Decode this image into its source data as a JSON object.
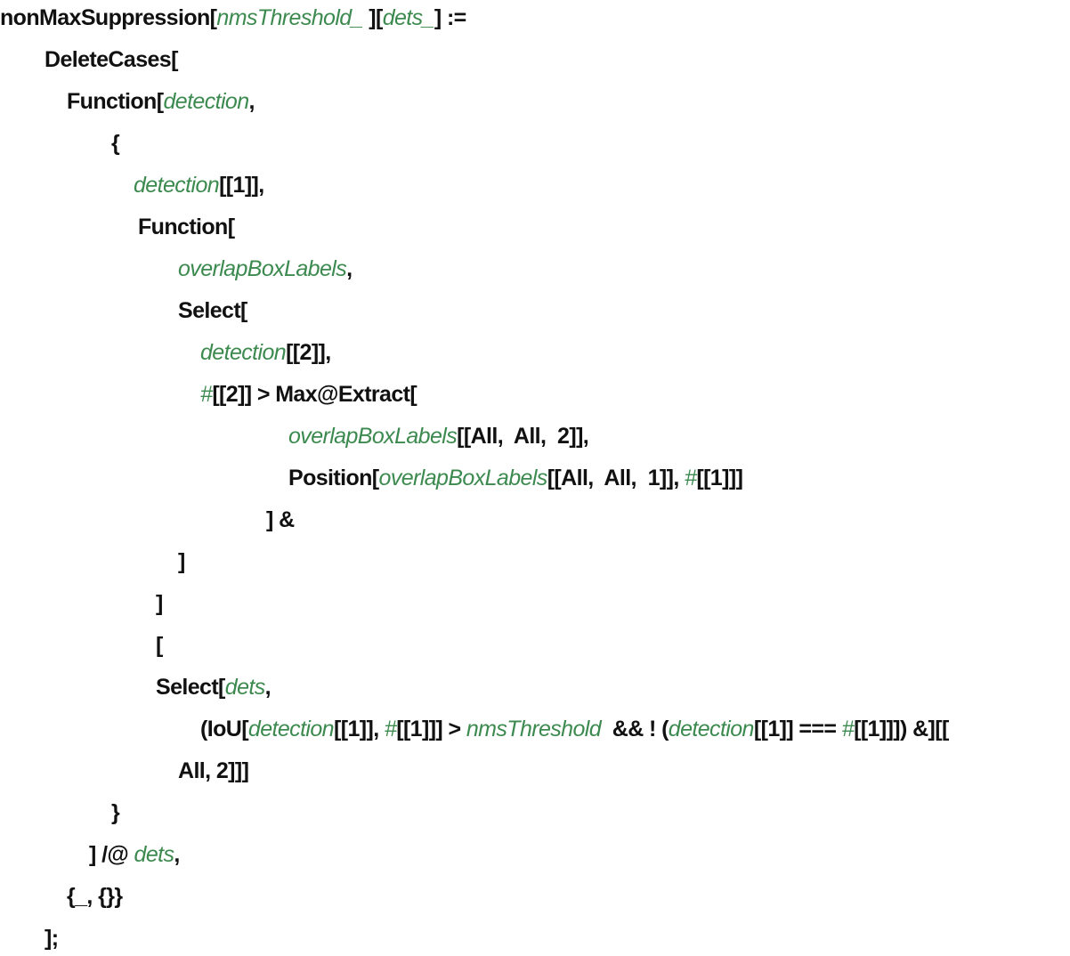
{
  "colors": {
    "code": "#111111",
    "variable": "#3c8a4f"
  },
  "code_lines": [
    [
      [
        "c",
        "nonMaxSuppression["
      ],
      [
        "v",
        "nmsThreshold_"
      ],
      [
        "c",
        " ]["
      ],
      [
        "v",
        "dets_"
      ],
      [
        "c",
        "] :="
      ]
    ],
    [
      [
        "c",
        "DeleteCases["
      ]
    ],
    [
      [
        "c",
        "Function["
      ],
      [
        "v",
        "detection"
      ],
      [
        "c",
        ","
      ]
    ],
    [
      [
        "c",
        "{"
      ]
    ],
    [
      [
        "v",
        "detection"
      ],
      [
        "c",
        "[[1]],"
      ]
    ],
    [
      [
        "c",
        "Function["
      ]
    ],
    [
      [
        "v",
        "overlapBoxLabels"
      ],
      [
        "c",
        ","
      ]
    ],
    [
      [
        "c",
        "Select["
      ]
    ],
    [
      [
        "v",
        "detection"
      ],
      [
        "c",
        "[[2]],"
      ]
    ],
    [
      [
        "v",
        "#"
      ],
      [
        "c",
        "[[2]] > Max@Extract["
      ]
    ],
    [
      [
        "v",
        "overlapBoxLabels"
      ],
      [
        "c",
        "[[All,  All,  2]],"
      ]
    ],
    [
      [
        "c",
        "Position["
      ],
      [
        "v",
        "overlapBoxLabels"
      ],
      [
        "c",
        "[[All,  All,  1]], "
      ],
      [
        "v",
        "#"
      ],
      [
        "c",
        "[[1]]]"
      ]
    ],
    [
      [
        "c",
        "] &"
      ]
    ],
    [
      [
        "c",
        "]"
      ]
    ],
    [
      [
        "c",
        "]"
      ]
    ],
    [
      [
        "c",
        "["
      ]
    ],
    [
      [
        "c",
        "Select["
      ],
      [
        "v",
        "dets"
      ],
      [
        "c",
        ","
      ]
    ],
    [
      [
        "c",
        "(IoU["
      ],
      [
        "v",
        "detection"
      ],
      [
        "c",
        "[[1]], "
      ],
      [
        "v",
        "#"
      ],
      [
        "c",
        "[[1]]] > "
      ],
      [
        "v",
        "nmsThreshold"
      ],
      [
        "c",
        "  && ! ("
      ],
      [
        "v",
        "detection"
      ],
      [
        "c",
        "[[1]] === "
      ],
      [
        "v",
        "#"
      ],
      [
        "c",
        "[[1]]]) &][["
      ]
    ],
    [
      [
        "c",
        "All, 2]]]"
      ]
    ],
    [
      [
        "c",
        "}"
      ]
    ],
    [
      [
        "c",
        "] /@ "
      ],
      [
        "v",
        "dets"
      ],
      [
        "c",
        ","
      ]
    ],
    [
      [
        "c",
        "{_, {}}"
      ]
    ],
    [
      [
        "c",
        "];"
      ]
    ]
  ]
}
